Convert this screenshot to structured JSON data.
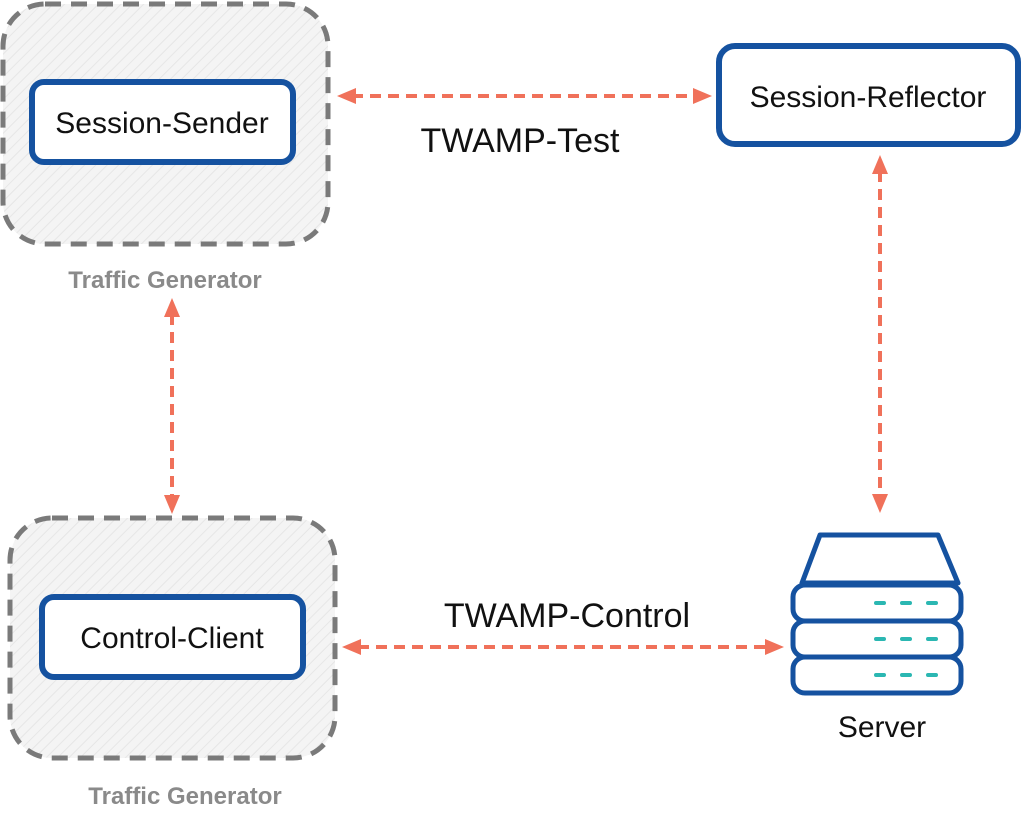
{
  "colors": {
    "node_border": "#1552a0",
    "group_border": "#7a7a7a",
    "group_fill": "#f4f4f4",
    "arrow": "#f0715a",
    "server_led": "#2bb7b2",
    "caption": "#8a8a8a"
  },
  "groups": [
    {
      "caption": "Traffic Generator"
    },
    {
      "caption": "Traffic Generator"
    }
  ],
  "nodes": {
    "session_sender": "Session-Sender",
    "session_reflector": "Session-Reflector",
    "control_client": "Control-Client",
    "server": "Server"
  },
  "server_icon": "server-stack-icon",
  "edges": {
    "test": "TWAMP-Test",
    "control": "TWAMP-Control"
  }
}
